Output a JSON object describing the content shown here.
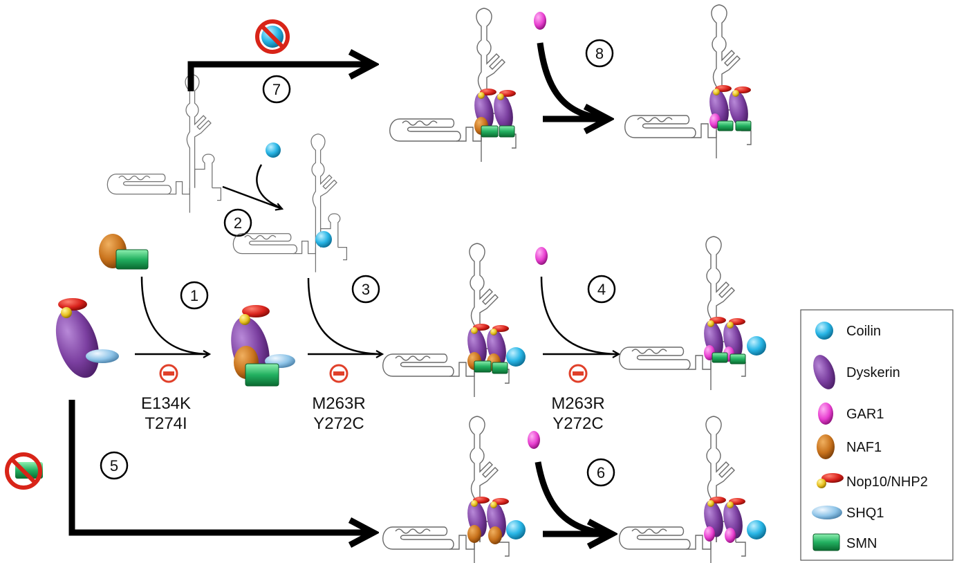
{
  "steps": [
    "1",
    "2",
    "3",
    "4",
    "5",
    "6",
    "7",
    "8"
  ],
  "mutations": {
    "step1": [
      "E134K",
      "T274I"
    ],
    "step3": [
      "M263R",
      "Y272C"
    ],
    "step4": [
      "M263R",
      "Y272C"
    ]
  },
  "legend": [
    {
      "label": "Coilin",
      "icon": "coilin-icon",
      "color": "#29b6e6"
    },
    {
      "label": "Dyskerin",
      "icon": "dyskerin-icon",
      "color": "#7b3fa0"
    },
    {
      "label": "GAR1",
      "icon": "gar1-icon",
      "color": "#e83fd0"
    },
    {
      "label": "NAF1",
      "icon": "naf1-icon",
      "color": "#c8721c"
    },
    {
      "label": "Nop10/NHP2",
      "icon": "nop10-nhp2-icon",
      "color": "#d8221c"
    },
    {
      "label": "SHQ1",
      "icon": "shq1-icon",
      "color": "#8ec4e8"
    },
    {
      "label": "SMN",
      "icon": "smn-icon",
      "color": "#22b060"
    }
  ]
}
